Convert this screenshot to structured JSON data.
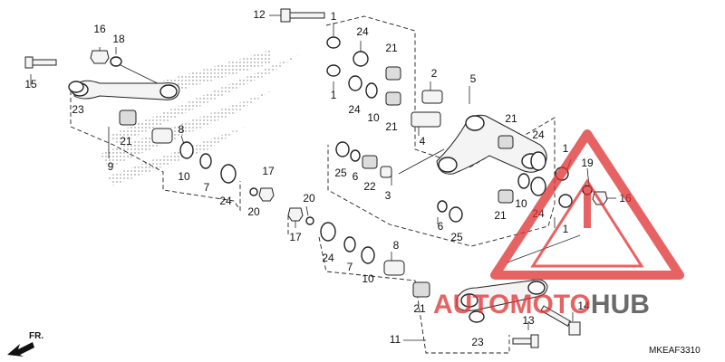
{
  "diagram_code": "MKEAF3310",
  "direction_label": "FR.",
  "watermark": {
    "brand": "AUTOMOTOHUB",
    "part1": "AUTO",
    "part2": "MOTO",
    "part3": "HUB",
    "color": "#e03030",
    "color_dark": "#3a3a3a"
  },
  "callouts": [
    {
      "id": "c1a",
      "text": "1"
    },
    {
      "id": "c1b",
      "text": "1"
    },
    {
      "id": "c1c",
      "text": "1"
    },
    {
      "id": "c1d",
      "text": "1"
    },
    {
      "id": "c2",
      "text": "2"
    },
    {
      "id": "c3",
      "text": "3"
    },
    {
      "id": "c4",
      "text": "4"
    },
    {
      "id": "c5",
      "text": "5"
    },
    {
      "id": "c6a",
      "text": "6"
    },
    {
      "id": "c6b",
      "text": "6"
    },
    {
      "id": "c7a",
      "text": "7"
    },
    {
      "id": "c7b",
      "text": "7"
    },
    {
      "id": "c8a",
      "text": "8"
    },
    {
      "id": "c8b",
      "text": "8"
    },
    {
      "id": "c9",
      "text": "9"
    },
    {
      "id": "c10a",
      "text": "10"
    },
    {
      "id": "c10b",
      "text": "10"
    },
    {
      "id": "c10c",
      "text": "10"
    },
    {
      "id": "c10d",
      "text": "10"
    },
    {
      "id": "c11",
      "text": "11"
    },
    {
      "id": "c12",
      "text": "12"
    },
    {
      "id": "c13",
      "text": "13"
    },
    {
      "id": "c14",
      "text": "14"
    },
    {
      "id": "c15",
      "text": "15"
    },
    {
      "id": "c16a",
      "text": "16"
    },
    {
      "id": "c16b",
      "text": "16"
    },
    {
      "id": "c17a",
      "text": "17"
    },
    {
      "id": "c17b",
      "text": "17"
    },
    {
      "id": "c18",
      "text": "18"
    },
    {
      "id": "c19",
      "text": "19"
    },
    {
      "id": "c20a",
      "text": "20"
    },
    {
      "id": "c20b",
      "text": "20"
    },
    {
      "id": "c21a",
      "text": "21"
    },
    {
      "id": "c21b",
      "text": "21"
    },
    {
      "id": "c21c",
      "text": "21"
    },
    {
      "id": "c21d",
      "text": "21"
    },
    {
      "id": "c21e",
      "text": "21"
    },
    {
      "id": "c21f",
      "text": "21"
    },
    {
      "id": "c22",
      "text": "22"
    },
    {
      "id": "c23a",
      "text": "23"
    },
    {
      "id": "c23b",
      "text": "23"
    },
    {
      "id": "c24a",
      "text": "24"
    },
    {
      "id": "c24b",
      "text": "24"
    },
    {
      "id": "c24c",
      "text": "24"
    },
    {
      "id": "c24d",
      "text": "24"
    },
    {
      "id": "c24e",
      "text": "24"
    },
    {
      "id": "c24f",
      "text": "24"
    },
    {
      "id": "c25a",
      "text": "25"
    },
    {
      "id": "c25b",
      "text": "25"
    }
  ]
}
